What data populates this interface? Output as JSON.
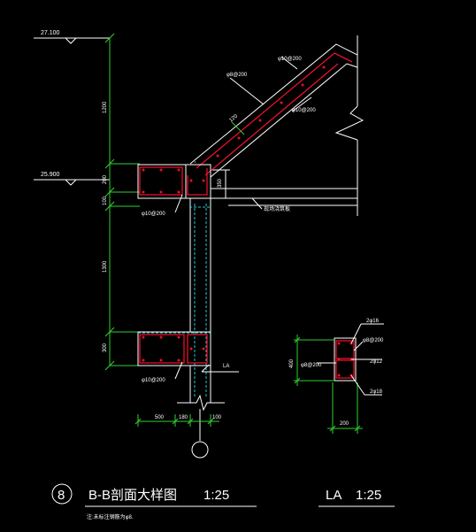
{
  "title": "B-B剖面大样图",
  "title_scale": "1:25",
  "detail_number": "8",
  "la_title": "LA",
  "la_scale": "1:25",
  "note": "注:未标注钢筋为φ8.",
  "elevations": {
    "top": "27.100",
    "mid": "25.900"
  },
  "vertical_dims": [
    "1200",
    "200",
    "100",
    "1300",
    "300"
  ],
  "bottom_dims": [
    "500",
    "180",
    "100"
  ],
  "beam_depth_dim": "350",
  "slope_dim": "120",
  "rebar_labels": {
    "slab_top": "φ8@200",
    "slab_top_bar": "φ10@200",
    "slab_bottom": "φ10@200",
    "beam_upper_stirrup": "φ10@200",
    "beam_lower_stirrup": "φ10@200"
  },
  "floor_label": "现场浇筑板",
  "section_tag": "LA",
  "la_detail": {
    "top_bars": "2φ16",
    "stirrup": "φ8@200",
    "mid_bars": "2φ12",
    "bottom_bars": "2φ18",
    "height_dim": "400",
    "width_dim": "200"
  }
}
